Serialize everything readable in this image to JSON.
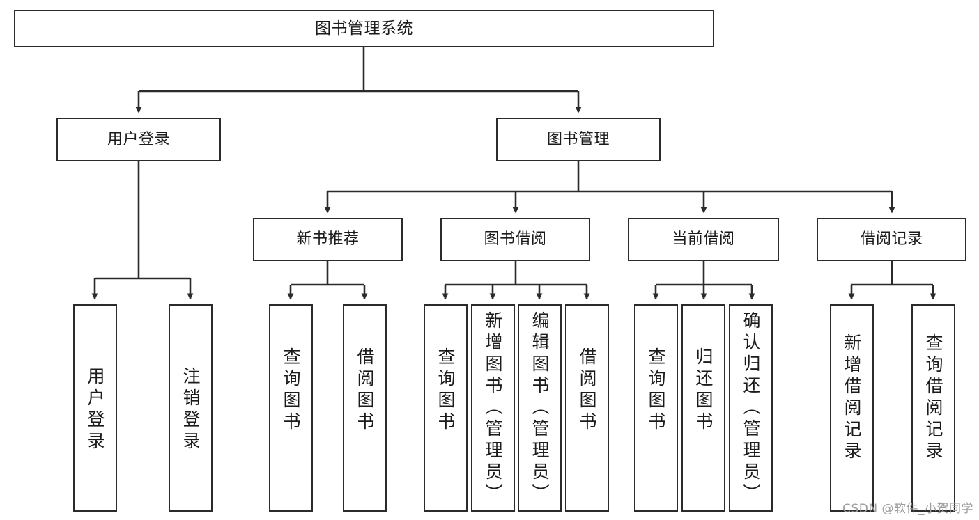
{
  "diagram": {
    "title_node": {
      "label": "图书管理系统"
    },
    "level1": [
      {
        "label": "用户登录"
      },
      {
        "label": "图书管理"
      }
    ],
    "level2": [
      {
        "label": "新书推荐"
      },
      {
        "label": "图书借阅"
      },
      {
        "label": "当前借阅"
      },
      {
        "label": "借阅记录"
      }
    ],
    "leaves": {
      "user_login": [
        {
          "label": "用户登录"
        },
        {
          "label": "注销登录"
        }
      ],
      "new_book_recommend": [
        {
          "label": "查询图书"
        },
        {
          "label": "借阅图书"
        }
      ],
      "book_borrow": [
        {
          "label": "查询图书"
        },
        {
          "label": "新增图书（管理员）"
        },
        {
          "label": "编辑图书（管理员）"
        },
        {
          "label": "借阅图书"
        }
      ],
      "current_borrow": [
        {
          "label": "查询图书"
        },
        {
          "label": "归还图书"
        },
        {
          "label": "确认归还（管理员）"
        }
      ],
      "borrow_record": [
        {
          "label": "新增借阅记录"
        },
        {
          "label": "查询借阅记录"
        }
      ]
    }
  },
  "watermark": {
    "text": "CSDN @软件_小贺同学"
  },
  "colors": {
    "stroke": "#2b2b2b",
    "node_fill": "#ffffff",
    "text": "#1b1b1b",
    "watermark": "#9d9d9d",
    "canvas": "#ffffff"
  }
}
